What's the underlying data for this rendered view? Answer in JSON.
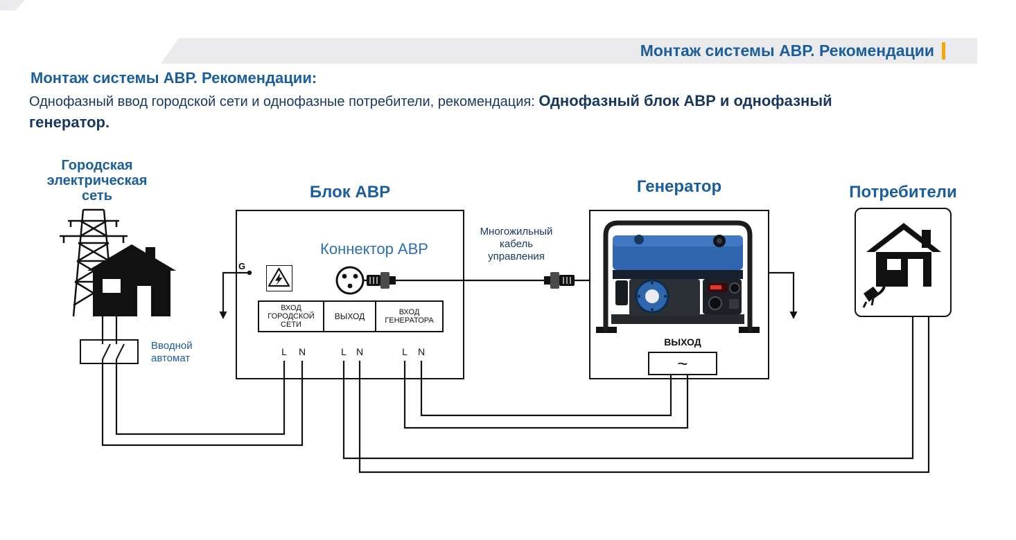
{
  "colors": {
    "accent_orange": "#F5A800",
    "heading_blue": "#1B5E9E",
    "text_navy": "#17375E",
    "banner_bg": "#EBEBEE",
    "line_black": "#111111",
    "generator_blue": "#2F66AE"
  },
  "banner": {
    "title": "Монтаж системы АВР. Рекомендации"
  },
  "intro": {
    "heading": "Монтаж системы АВР. Рекомендации:",
    "text_regular": "Однофазный ввод городской сети и однофазные потребители, рекомендация: ",
    "text_bold_line1": "Однофазный блок АВР и однофазный",
    "text_bold_line2": "генератор."
  },
  "diagram": {
    "city_grid": {
      "title_lines": [
        "Городская",
        "электрическая",
        "сеть"
      ],
      "breaker_label_lines": [
        "Вводной",
        "автомат"
      ]
    },
    "avr_block": {
      "title": "Блок АВР",
      "connector_label": "Коннектор АВР",
      "ground_terminal": "G",
      "ports": [
        {
          "label_lines": [
            "ВХОД",
            "ГОРОДСКОЙ",
            "СЕТИ"
          ],
          "terminals": [
            "L",
            "N"
          ]
        },
        {
          "label_lines": [
            "ВЫХОД"
          ],
          "terminals": [
            "L",
            "N"
          ]
        },
        {
          "label_lines": [
            "ВХОД",
            "ГЕНЕРАТОРА"
          ],
          "terminals": [
            "L",
            "N"
          ]
        }
      ]
    },
    "control_cable": {
      "label_lines": [
        "Многожильный",
        "кабель",
        "управления"
      ]
    },
    "generator": {
      "title": "Генератор",
      "output_label": "ВЫХОД",
      "output_symbol": "~"
    },
    "consumers": {
      "title": "Потребители"
    }
  }
}
